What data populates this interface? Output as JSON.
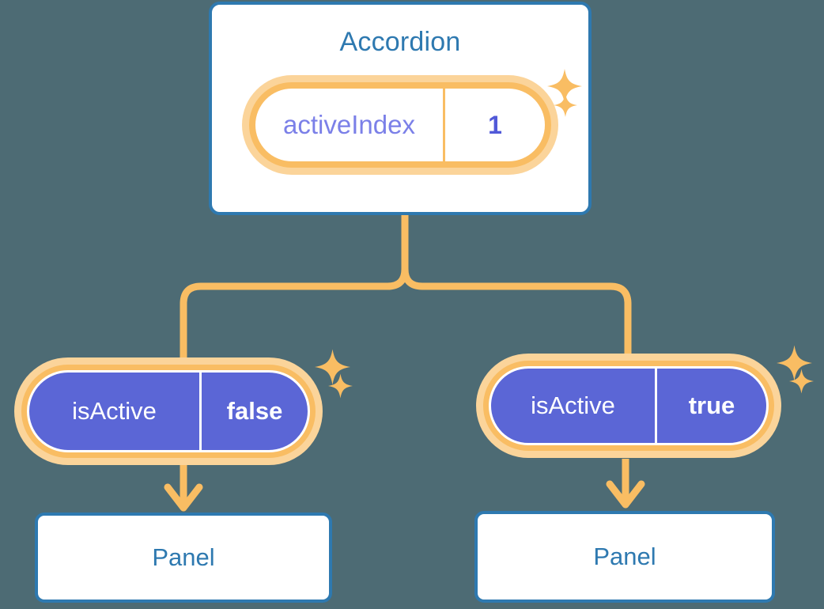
{
  "background_color": "#4d6b74",
  "colors": {
    "card_border": "#2e79b0",
    "card_title_text": "#2e79b0",
    "pill_ring_outer": "#fbd49a",
    "pill_ring_inner": "#f9bd63",
    "pill_state_fill": "#5b66d6",
    "prop_key_text": "#7b80e8",
    "prop_value_text": "#5159d8",
    "connector": "#f9bd63",
    "sparkle": "#f9bd63",
    "panel_text": "#2e79b0",
    "pill_state_text": "#ffffff"
  },
  "tree": {
    "root": {
      "title": "Accordion",
      "state_pill": {
        "key": "activeIndex",
        "value": "1"
      }
    },
    "children": [
      {
        "state_pill": {
          "key": "isActive",
          "value": "false"
        },
        "panel": {
          "title": "Panel"
        }
      },
      {
        "state_pill": {
          "key": "isActive",
          "value": "true"
        },
        "panel": {
          "title": "Panel"
        }
      }
    ]
  },
  "icons": {
    "sparkle": "four-point-star"
  }
}
